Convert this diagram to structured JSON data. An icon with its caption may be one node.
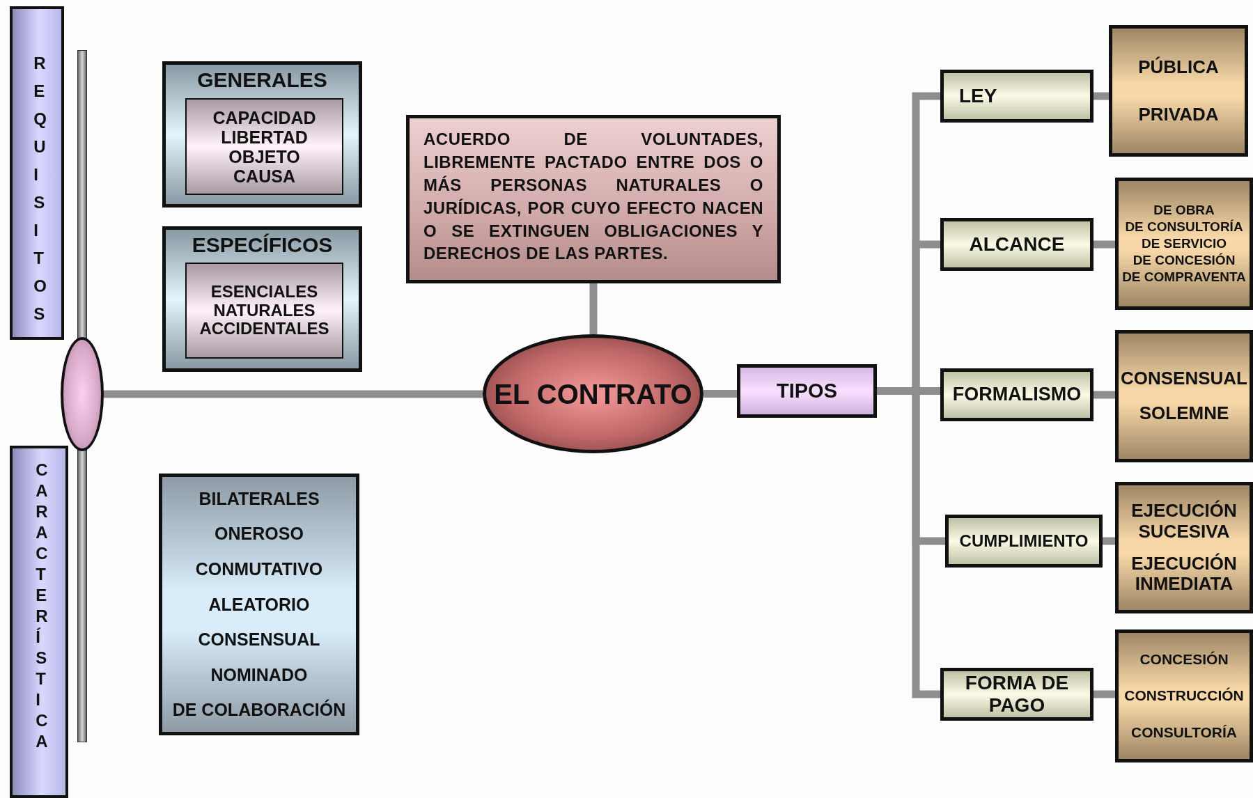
{
  "diagram": {
    "nodes": [
      {
        "text": [
          "REQUISITOS"
        ]
      },
      {
        "text": [
          "CARACTERÍSTICA"
        ]
      },
      {
        "text": [],
        "shape": "circle"
      },
      {
        "text": [
          "GENERALES"
        ]
      },
      {
        "text": [
          "CAPACIDAD LIBERTAD OBJETO CAUSA"
        ],
        "in": 3
      },
      {
        "text": [
          "ESPECÍFICOS"
        ]
      },
      {
        "text": [
          "ESENCIALES NATURALES ACCIDENTALES"
        ],
        "in": 5
      },
      {
        "text": [
          "BILATERALES",
          "ONEROSO",
          "CONMUTATIVO",
          "ALEATORIO",
          "CONSENSUAL",
          "NOMINADO",
          "DE COLABORACIÓN"
        ]
      },
      {
        "text": [
          "ACUERDO DE VOLUNTADES, LIBREMENTE PACTADO ENTRE DOS O MÁS PERSONAS NATURALES O JURÍDICAS, POR CUYO EFECTO NACEN O SE EXTINGUEN OBLIGACIONES Y DERECHOS DE LAS PARTES."
        ]
      },
      {
        "text": [
          "EL CONTRATO"
        ]
      },
      {
        "text": [
          "TIPOS"
        ]
      },
      {
        "text": [
          "LEY"
        ]
      },
      {
        "text": [
          "PÚBLICA",
          "PRIVADA"
        ]
      },
      {
        "text": [
          "ALCANCE"
        ]
      },
      {
        "text": [
          "DE OBRA",
          "DE CONSULTORÍA",
          "DE SERVICIO",
          "DE CONCESIÓN",
          "DE COMPRAVENTA"
        ]
      },
      {
        "text": [
          "FORMALISMO"
        ]
      },
      {
        "text": [
          "CONSENSUAL",
          "SOLEMNE"
        ]
      },
      {
        "text": [
          "CUMPLIMIENTO"
        ]
      },
      {
        "text": [
          "EJECUCIÓN SUCESIVA",
          "EJECUCIÓN INMEDIATA"
        ]
      },
      {
        "text": [
          "FORMA DE PAGO"
        ]
      },
      {
        "text": [
          "CONCESIÓN",
          "CONSTRUCCIÓN",
          "CONSULTORÍA"
        ]
      },
      {
        "text": [],
        "shape": "bar"
      },
      {
        "text": [],
        "shape": "bar"
      }
    ],
    "edges": [
      {
        "from": 2,
        "to": 9,
        "arrow": "none"
      },
      {
        "from": 8,
        "to": 9,
        "arrow": "none"
      },
      {
        "from": 9,
        "to": 10,
        "arrow": "none"
      },
      {
        "from": 10,
        "to": 11,
        "arrow": "none"
      },
      {
        "from": 10,
        "to": 13,
        "arrow": "none"
      },
      {
        "from": 10,
        "to": 15,
        "arrow": "none"
      },
      {
        "from": 10,
        "to": 17,
        "arrow": "none"
      },
      {
        "from": 10,
        "to": 19,
        "arrow": "none"
      },
      {
        "from": 11,
        "to": 12,
        "arrow": "none"
      },
      {
        "from": 13,
        "to": 14,
        "arrow": "none"
      },
      {
        "from": 15,
        "to": 16,
        "arrow": "none"
      },
      {
        "from": 17,
        "to": 18,
        "arrow": "none"
      },
      {
        "from": 19,
        "to": 20,
        "arrow": "none"
      }
    ]
  }
}
